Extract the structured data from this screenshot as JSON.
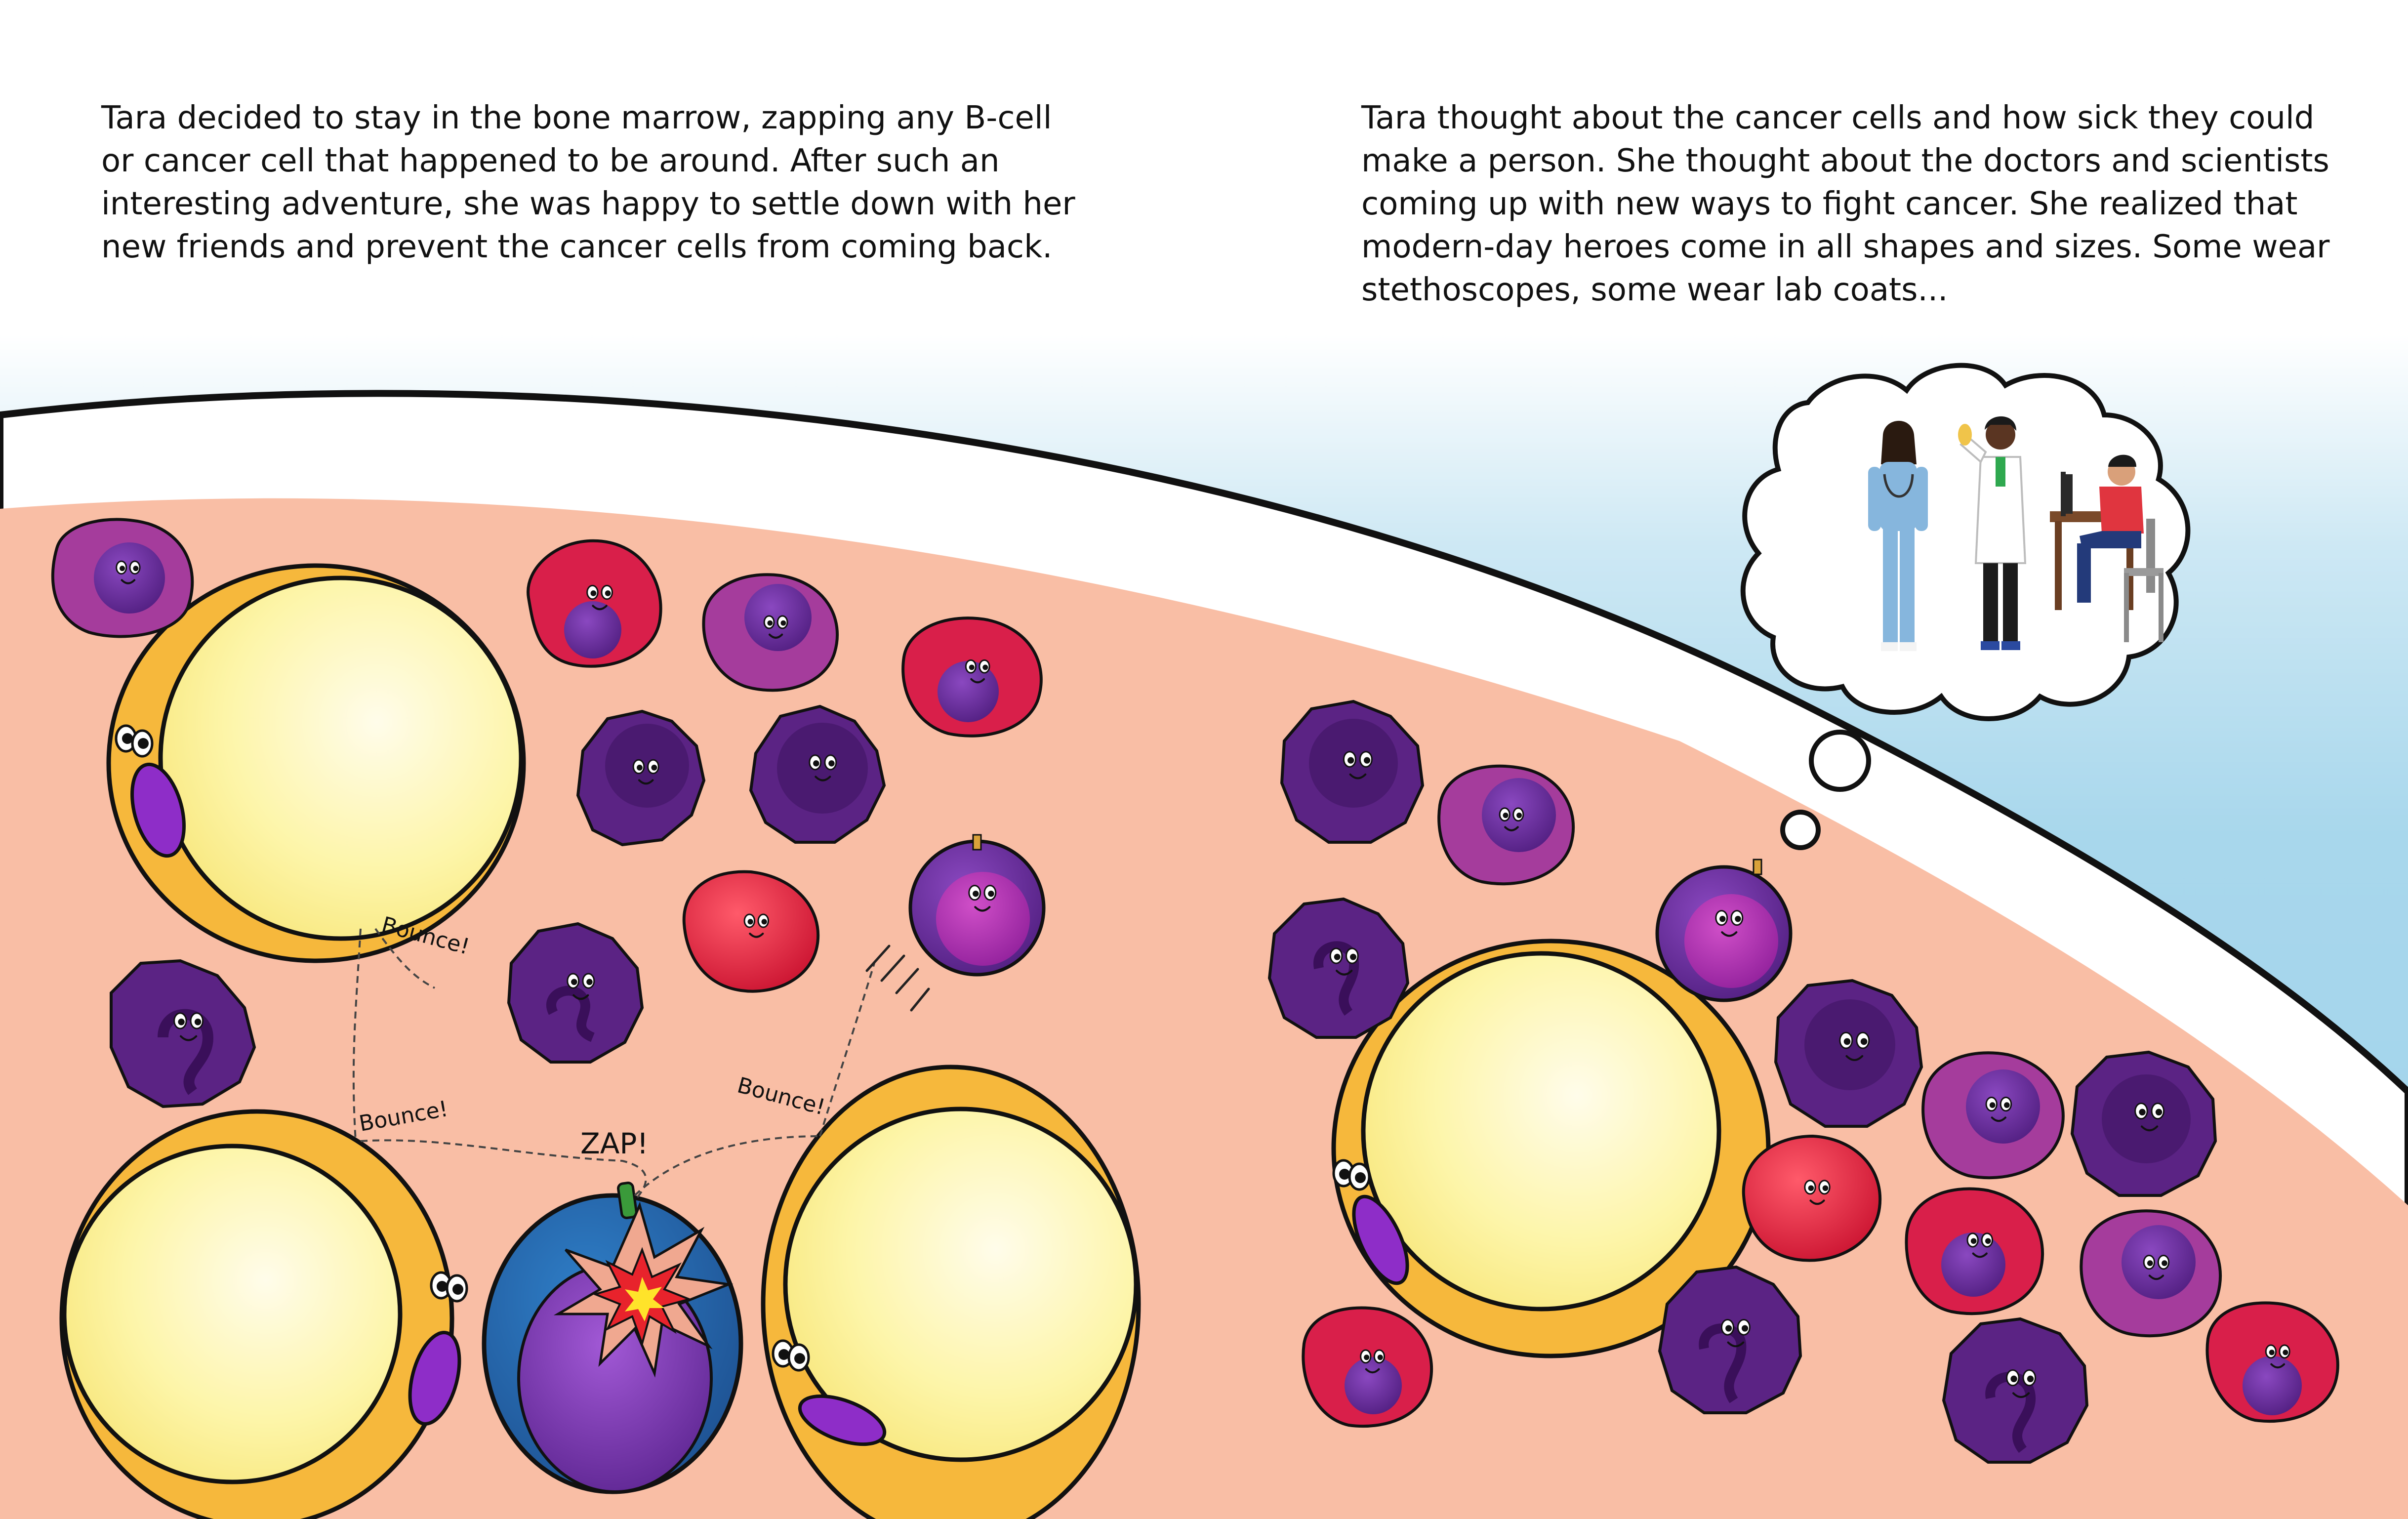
{
  "story": {
    "left_lines": [
      "Tara decided to stay in the bone marrow, zapping any B-cell",
      "or cancer cell that happened to be around. After such an",
      "interesting adventure, she was happy to settle down with her",
      "new friends and prevent the cancer cells from coming back."
    ],
    "right_lines": [
      "Tara thought about the cancer cells and how sick they could",
      "make a person. She thought about the doctors and scientists",
      "coming up with new ways to fight cancer. She realized that",
      "modern-day heroes come in all shapes and sizes. Some wear",
      "stethoscopes, some wear lab coats..."
    ]
  },
  "sound_effects": {
    "bounce_1": "Bounce!",
    "bounce_2": "Bounce!",
    "bounce_3": "Bounce!",
    "zap": "ZAP!"
  },
  "colors": {
    "marrow": "#f9bea5",
    "sky": "#a5d6ec",
    "bone": "#ffffff",
    "fat_cell_fill": "#fdf4a3",
    "fat_cell_rim": "#f6b83c",
    "blast_cell": "#6a2a8f",
    "red_cell": "#e8284a",
    "cancer_cell": "#7a3cb0",
    "tara_shell": "#2b6cb3"
  }
}
